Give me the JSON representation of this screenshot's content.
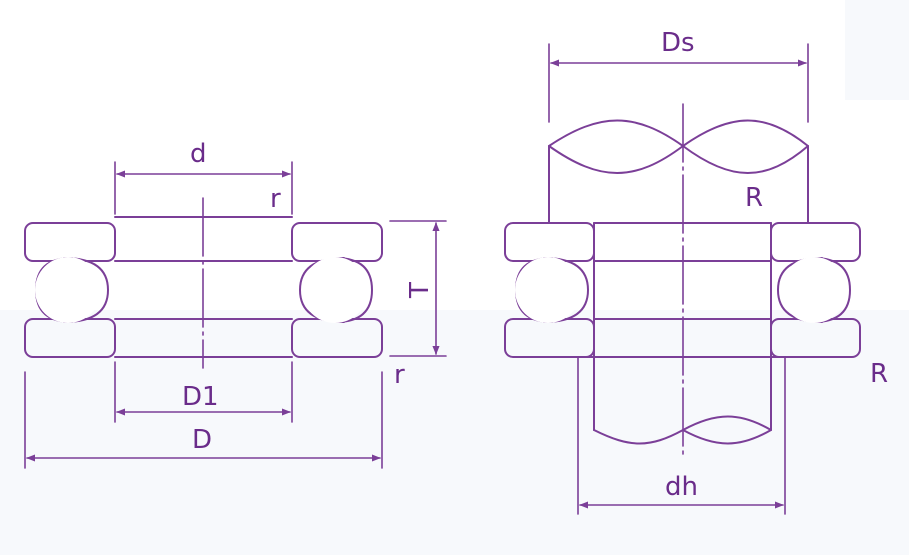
{
  "colors": {
    "stroke": "#7b3f98",
    "label": "#6a2c8a"
  },
  "labels": {
    "d": "d",
    "r_top": "r",
    "T": "T",
    "r_bottom": "r",
    "D1": "D1",
    "D": "D",
    "Ds": "Ds",
    "R_top": "R",
    "R_right": "R",
    "dh": "dh"
  }
}
